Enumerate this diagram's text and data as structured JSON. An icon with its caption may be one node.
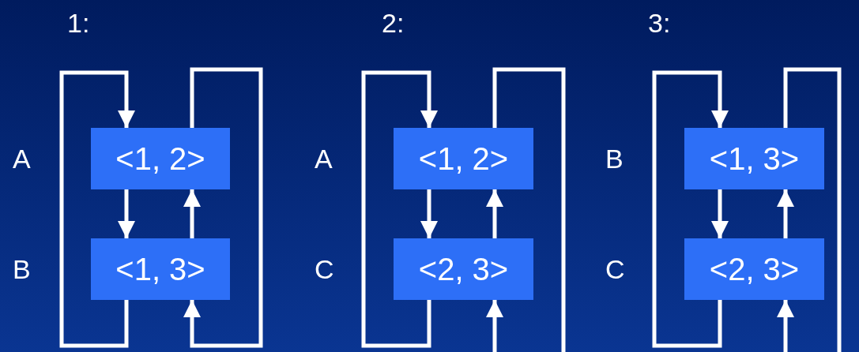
{
  "diagram": {
    "nodes": [
      {
        "text": [
          "<1, 2>"
        ],
        "beside": [
          "A"
        ]
      },
      {
        "text": [
          "<1, 3>"
        ],
        "beside": [
          "B"
        ]
      },
      {
        "text": [
          "<1, 2>"
        ],
        "beside": [
          "A"
        ]
      },
      {
        "text": [
          "<2, 3>"
        ],
        "beside": [
          "C"
        ]
      },
      {
        "text": [
          "<1, 3>"
        ],
        "beside": [
          "B"
        ]
      },
      {
        "text": [
          "<2, 3>"
        ],
        "beside": [
          "C"
        ]
      }
    ],
    "edges": [
      {
        "from": 1,
        "to": 0,
        "arrow": "to"
      },
      {
        "from": 0,
        "to": 1,
        "arrow": "to"
      },
      {
        "from": 0,
        "to": 1,
        "arrow": "to"
      },
      {
        "from": 1,
        "to": 0,
        "arrow": "to"
      },
      {
        "from": 3,
        "to": 2,
        "arrow": "to"
      },
      {
        "from": 2,
        "to": 3,
        "arrow": "to"
      },
      {
        "from": 2,
        "to": 3,
        "arrow": "to"
      },
      {
        "from": 3,
        "to": 2,
        "arrow": "to"
      },
      {
        "from": 5,
        "to": 4,
        "arrow": "to"
      },
      {
        "from": 4,
        "to": 5,
        "arrow": "to"
      },
      {
        "from": 4,
        "to": 5,
        "arrow": "to"
      },
      {
        "from": 5,
        "to": 4,
        "arrow": "to"
      }
    ],
    "labels": [
      "1:",
      "2:",
      "3:"
    ]
  }
}
